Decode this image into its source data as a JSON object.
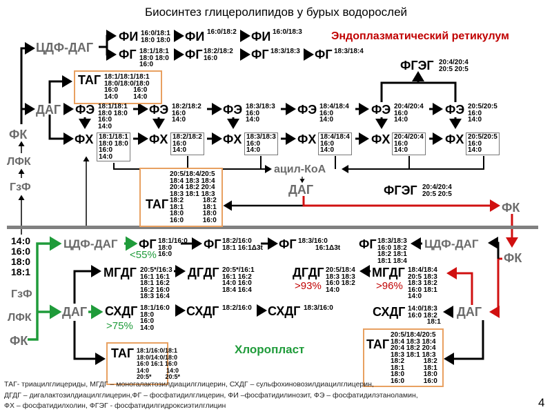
{
  "title": "Биосинтез глицеролипидов у бурых водорослей",
  "compartments": {
    "er": "Эндоплазматический ретикулум",
    "chloroplast": "Хлоропласт"
  },
  "colors": {
    "er_label": "#c00000",
    "chloroplast_label": "#1f9b3a",
    "tag_box_border": "#e8a060",
    "precursor_text": "#6b6b6b",
    "divider": "#808080"
  },
  "er": {
    "cdp_dag": "ЦДФ-ДАГ",
    "dag": "ДАГ",
    "fk": "ФК",
    "lfk": "ЛФК",
    "g3f": "ГзФ",
    "fi": [
      {
        "label": "ФИ",
        "lines": "16:0/18:1\n18:0 18:0"
      },
      {
        "label": "ФИ",
        "lines": "16:0/18:2"
      },
      {
        "label": "ФИ",
        "lines": "16:0/18:3"
      }
    ],
    "fg": [
      {
        "label": "ФГ",
        "lines": "18:1/18:1\n18:0 18:0\n16:0"
      },
      {
        "label": "ФГ",
        "lines": "18:2/18:2\n16:0"
      },
      {
        "label": "ФГ",
        "lines": "18:3/18:3"
      },
      {
        "label": "ФГ",
        "lines": "18:3/18:4"
      }
    ],
    "fgeg_top": {
      "label": "ФГЭГ",
      "lines": "20:4/20:4\n20:5 20:5"
    },
    "tag_top": {
      "label": "ТАГ",
      "lines": "18:1/18:1/18:1\n18:0/18:0/18:0\n16:0        16:0\n14:0        14:0"
    },
    "fe": [
      {
        "label": "ФЭ",
        "lines": "18:1/18:1\n18:0 18:0\n16:0\n14:0"
      },
      {
        "label": "ФЭ",
        "lines": "18:2/18:2\n16:0\n14:0"
      },
      {
        "label": "ФЭ",
        "lines": "18:3/18:3\n16:0\n14:0"
      },
      {
        "label": "ФЭ",
        "lines": "18:4/18:4\n16:0\n14:0"
      },
      {
        "label": "ФЭ",
        "lines": "20:4/20:4\n16:0\n14:0"
      },
      {
        "label": "ФЭ",
        "lines": "20:5/20:5\n16:0\n14:0"
      }
    ],
    "fx": [
      {
        "label": "ФХ",
        "lines": "18:1/18:1\n18:0 18:0\n16:0\n14:0"
      },
      {
        "label": "ФХ",
        "lines": "18:2/18:2\n16:0\n14:0"
      },
      {
        "label": "ФХ",
        "lines": "18:3/18:3\n16:0\n14:0"
      },
      {
        "label": "ФХ",
        "lines": "18:4/18:4\n16:0\n14:0"
      },
      {
        "label": "ФХ",
        "lines": "20:4/20:4\n16:0\n14:0"
      },
      {
        "label": "ФХ",
        "lines": "20:5/20:5\n16:0\n14:0"
      }
    ],
    "acyl_coa": "ацил-КоА",
    "dag_mid": "ДАГ",
    "fgeg_mid": {
      "label": "ФГЭГ",
      "lines": "20:4/20:4\n20:5 20:5"
    },
    "fk_right": "ФК",
    "tag_mid": {
      "label": "ТАГ",
      "lines": "20:5/18:4/20:5\n18:4 18:3 18:4\n20:4 18:2 20:4\n18:3 18:1 18:3\n18:2          18:2\n18:1          18:1\n18:0          18:0\n16:0          16:0"
    }
  },
  "chloroplast": {
    "fatty_acids": "14:0\n16:0\n18:0\n18:1",
    "g3f": "ГзФ",
    "lfk": "ЛФК",
    "fk": "ФК",
    "cdp_dag": "ЦДФ-ДАГ",
    "dag": "ДАГ",
    "fg": [
      {
        "label": "ФГ",
        "lines": "18:1/16:0\n18:0\n16:0",
        "pct": "<55%"
      },
      {
        "label": "ФГ",
        "lines": "18:2/16:0\n18:1 16:1Δ3t"
      },
      {
        "label": "ФГ",
        "lines": "18:3/16:0\n         16:1Δ3t"
      }
    ],
    "mgdg": {
      "label": "МГДГ",
      "lines": "20:5*/16:3\n16:1 16:1\n18:1 16:2\n16:2 16:0\n18:3 16:4"
    },
    "dgdg": {
      "label": "ДГДГ",
      "lines": "20:5*/16:1\n16:1 16:2\n14:0 16:0\n18:4 16:4"
    },
    "sqdg": [
      {
        "label": "СХДГ",
        "lines": "18:1/16:0\n18:0\n16:0\n14:0",
        "pct": ">75%"
      },
      {
        "label": "СХДГ",
        "lines": "18:2/16:0"
      },
      {
        "label": "СХДГ",
        "lines": "18:3/16:0"
      }
    ],
    "tag_left": {
      "label": "ТАГ",
      "lines": "18:1/16:0/18:1\n18:0/14:0/18:0\n16:0 16:1 16:0\n14:0          14:0\n20:5*        20:5*"
    },
    "right": {
      "cdp_dag": "ЦДФ-ДАГ",
      "fk": "ФК",
      "dag": "ДАГ",
      "fg": {
        "label": "ФГ",
        "lines": "18:3/18:3\n16:0 18:2\n18:2 18:1\n18:1 18:4"
      },
      "dgdg": {
        "label": "ДГДГ",
        "lines": "20:5/18:4\n18:3 18:3\n16:0 18:2\n14:0",
        "pct": ">93%"
      },
      "mgdg": {
        "label": "МГДГ",
        "lines": "18:4/18:4\n20:5 18:3\n18:3 18:2\n16:0 18:1\n14:0",
        "pct": ">96%"
      },
      "sqdg": {
        "label": "СХДГ",
        "lines": "14:0/18:3\n16:0 18:2\n          18:1"
      },
      "tag": {
        "label": "ТАГ",
        "lines": "20:5/18:4/20:5\n18:4 18:3 18:4\n20:4 18:2 20:4\n18:3 18:1 18:3\n18:2          18:2\n18:1          18:1\n18:0          18:0\n16:0          16:0"
      }
    }
  },
  "notes": [
    "ТАГ- триацилглицериды, МГДГ – моногалактозилдиацилглицерин,  СХДГ – сульфохиновозилдиацилглицерин,",
    "ДГДГ – дигалактозилдиацилглицерин,ФГ – фосфатидилглицерин,  ФИ –фосфатидилинозит,  ФЭ – фосфатидилэтаноламин,",
    "ФХ – фосфатидилхолин,  ФГЭГ - фосфатидилгидроксиэтилглицин"
  ],
  "page_number": "4"
}
